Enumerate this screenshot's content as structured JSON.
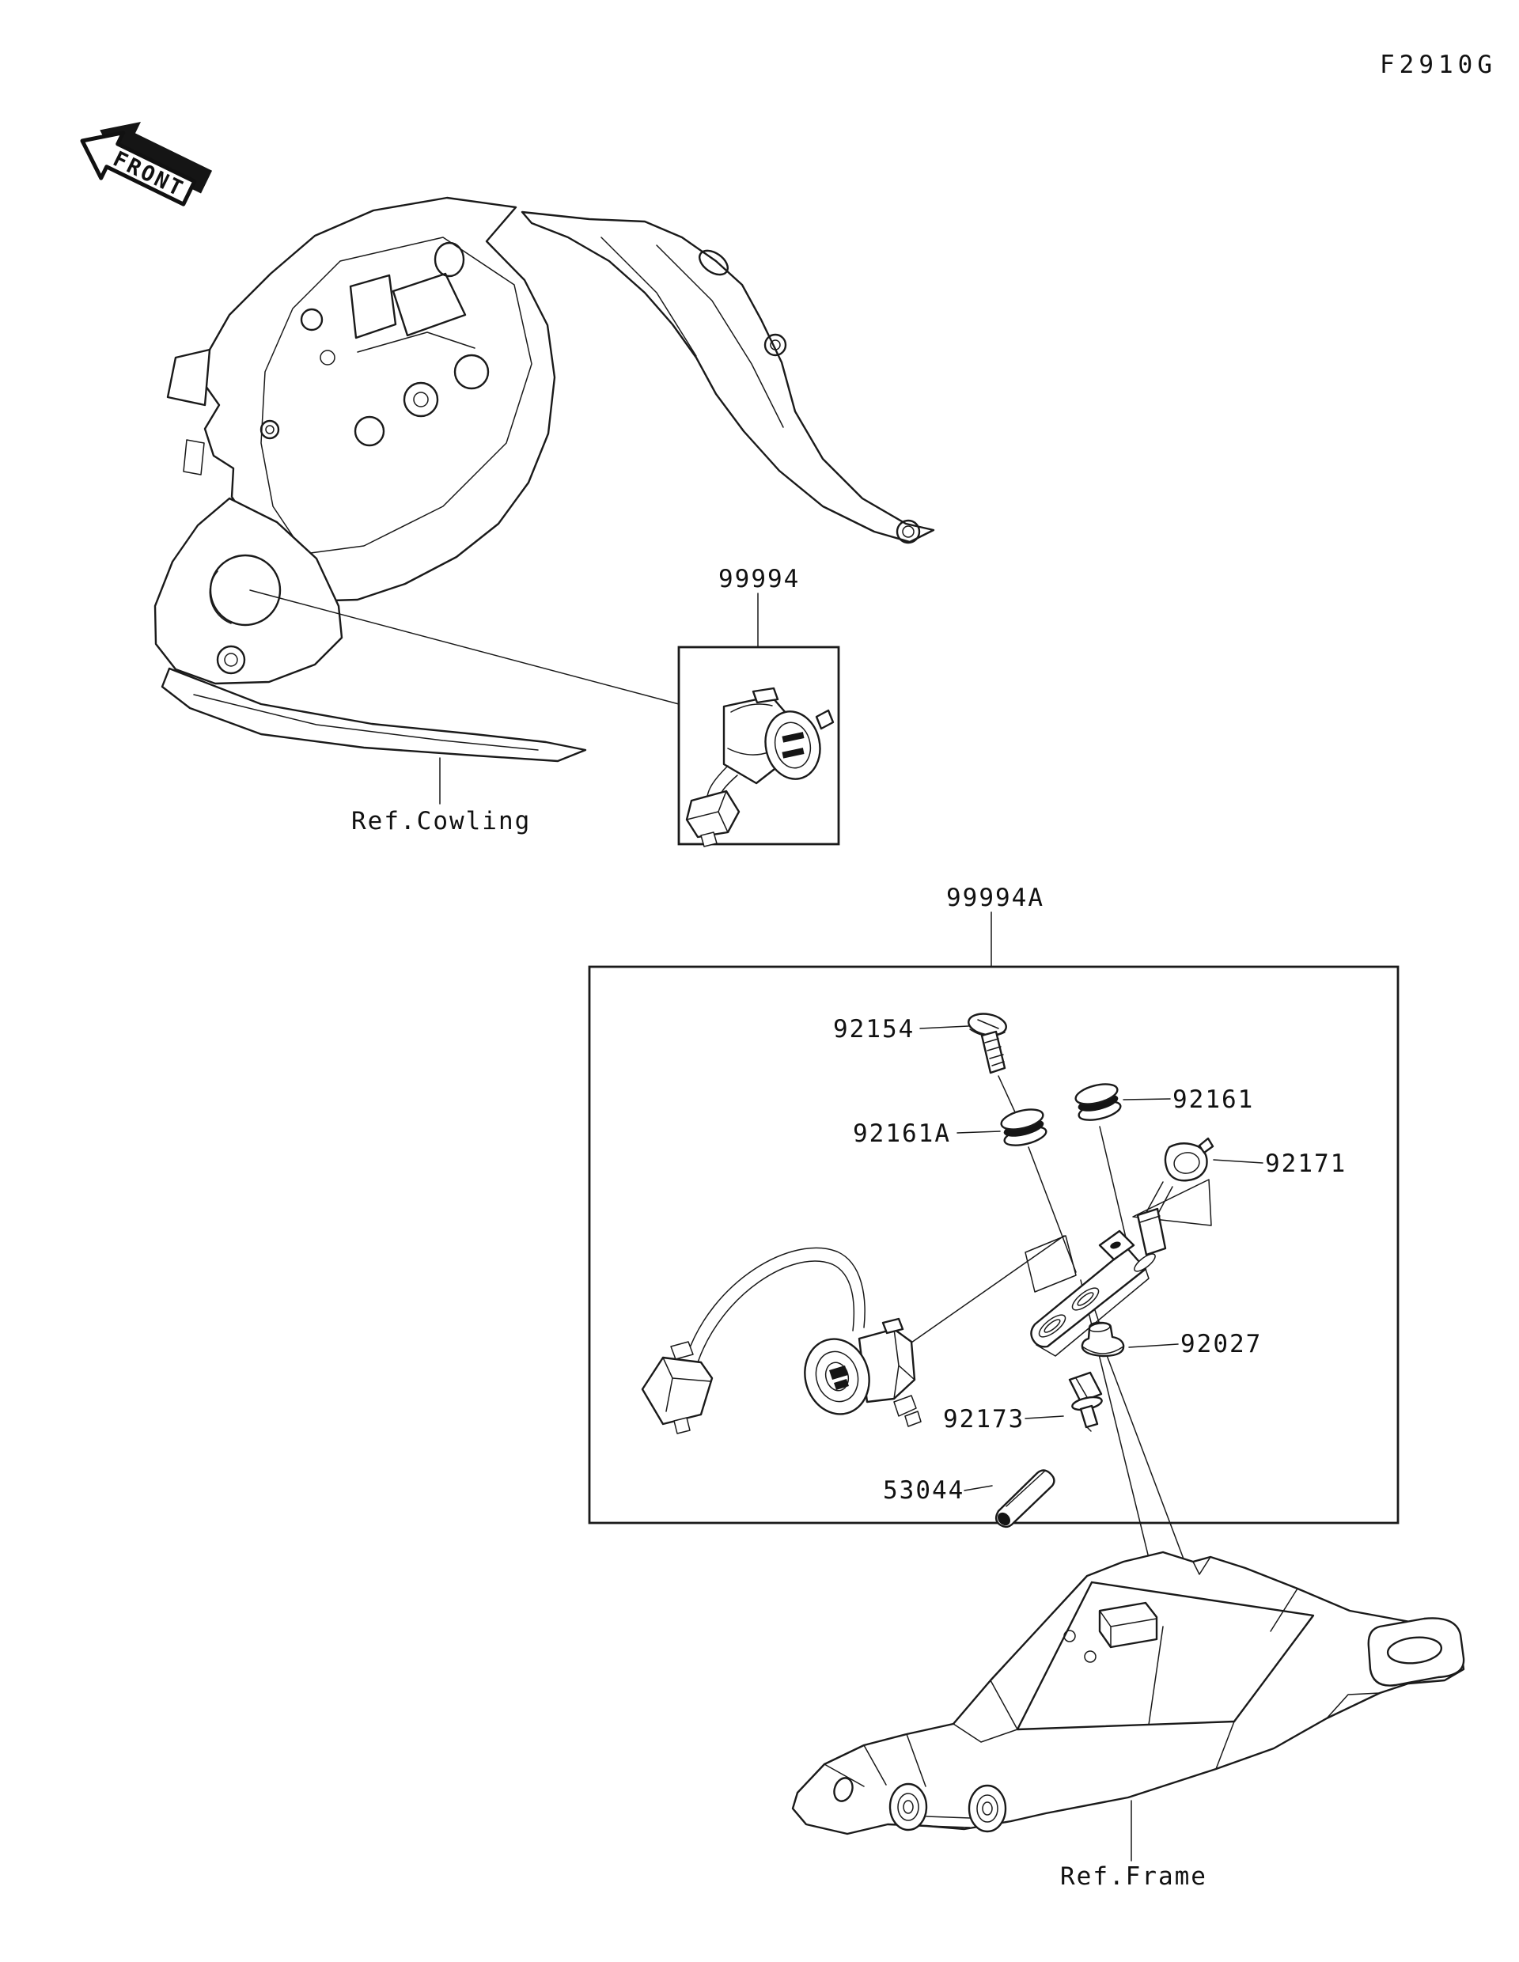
{
  "page": {
    "figure_code": "F2910G",
    "background_color": "#ffffff",
    "line_color": "#1a1a1a"
  },
  "orientation": {
    "front_arrow_label": "FRONT"
  },
  "references": {
    "cowling": "Ref.Cowling",
    "frame": "Ref.Frame"
  },
  "kits": {
    "socket_kit": {
      "part_no": "99994"
    },
    "socket_kit_a": {
      "part_no": "99994A"
    }
  },
  "callouts": {
    "p92154": "92154",
    "p92161a": "92161A",
    "p92161": "92161",
    "p92171": "92171",
    "p92027": "92027",
    "p92173": "92173",
    "p53044": "53044"
  },
  "callout_list": [
    "92154",
    "92161A",
    "92161",
    "92171",
    "92027",
    "92173",
    "53044"
  ]
}
